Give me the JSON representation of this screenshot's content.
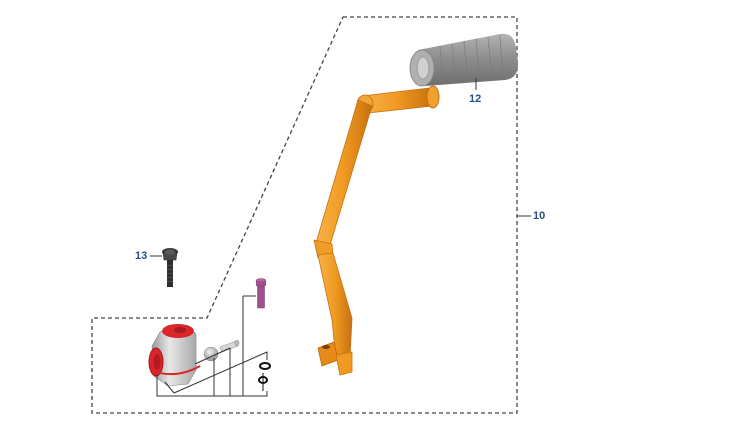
{
  "diagram": {
    "type": "exploded parts diagram",
    "subject": "kick start lever assembly",
    "colors": {
      "background": "#ffffff",
      "callout_text": "#2a4f86",
      "lever": "#f0a030",
      "lever_shade": "#c87414",
      "grip": "#9a9a9a",
      "boss_red": "#d8262a",
      "boss_silver": "#c8c8c8",
      "bolt_dark": "#2e2e2e",
      "pin_purple": "#a0508e",
      "dashed_outline": "#444444",
      "leader_line": "#333333"
    },
    "callouts": [
      {
        "id": "10",
        "label": "10",
        "part": "kick starter lever assembly (dashed group)"
      },
      {
        "id": "12",
        "label": "12",
        "part": "rubber grip"
      },
      {
        "id": "13",
        "label": "13",
        "part": "flange bolt"
      }
    ]
  }
}
